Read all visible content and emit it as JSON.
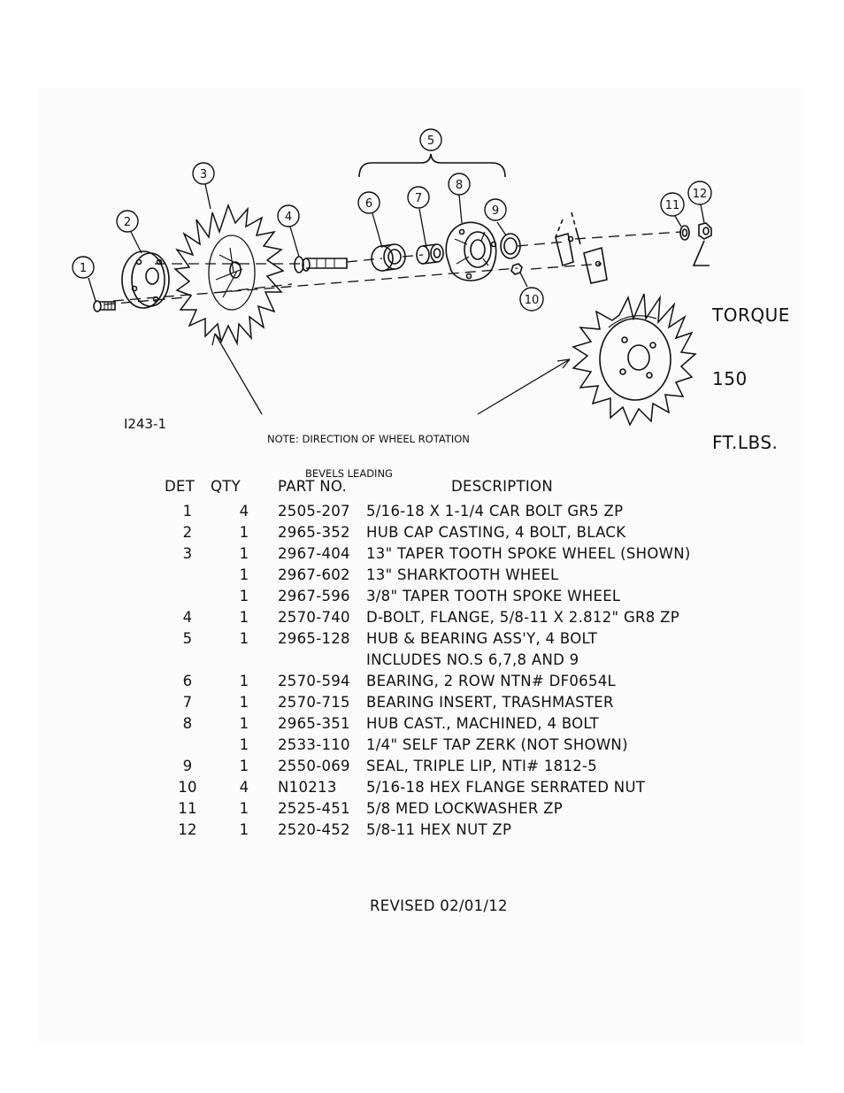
{
  "drawing_number": "I243-1",
  "note": {
    "line1": "NOTE: DIRECTION OF WHEEL ROTATION",
    "line2": "BEVELS LEADING"
  },
  "torque": {
    "line1": "TORQUE",
    "line2": "150",
    "line3": "FT.LBS."
  },
  "callouts": [
    "1",
    "2",
    "3",
    "4",
    "5",
    "6",
    "7",
    "8",
    "9",
    "10",
    "11",
    "12"
  ],
  "table": {
    "headers": {
      "det": "DET",
      "qty": "QTY",
      "part": "PART NO.",
      "desc": "DESCRIPTION"
    },
    "rows": [
      {
        "det": "1",
        "qty": "4",
        "part": "2505-207",
        "desc": "5/16-18 X 1-1/4 CAR BOLT GR5 ZP"
      },
      {
        "det": "2",
        "qty": "1",
        "part": "2965-352",
        "desc": "HUB CAP CASTING, 4 BOLT, BLACK"
      },
      {
        "det": "3",
        "qty": "1",
        "part": "2967-404",
        "desc": "13\" TAPER TOOTH SPOKE WHEEL (SHOWN)"
      },
      {
        "det": "",
        "qty": "1",
        "part": "2967-602",
        "desc": "13\" SHARKTOOTH WHEEL"
      },
      {
        "det": "",
        "qty": "1",
        "part": "2967-596",
        "desc": "3/8\" TAPER TOOTH SPOKE WHEEL"
      },
      {
        "det": "4",
        "qty": "1",
        "part": "2570-740",
        "desc": "D-BOLT, FLANGE, 5/8-11 X 2.812\" GR8 ZP"
      },
      {
        "det": "5",
        "qty": "1",
        "part": "2965-128",
        "desc": "HUB & BEARING ASS'Y, 4 BOLT"
      },
      {
        "det": "",
        "qty": "",
        "part": "",
        "desc": "INCLUDES NO.S 6,7,8 AND 9"
      },
      {
        "det": "6",
        "qty": "1",
        "part": "2570-594",
        "desc": "BEARING, 2 ROW NTN# DF0654L"
      },
      {
        "det": "7",
        "qty": "1",
        "part": "2570-715",
        "desc": "BEARING INSERT, TRASHMASTER"
      },
      {
        "det": "8",
        "qty": "1",
        "part": "2965-351",
        "desc": "HUB CAST., MACHINED, 4 BOLT"
      },
      {
        "det": "",
        "qty": "1",
        "part": "2533-110",
        "desc": "1/4\" SELF TAP ZERK (NOT SHOWN)"
      },
      {
        "det": "9",
        "qty": "1",
        "part": "2550-069",
        "desc": "SEAL, TRIPLE LIP, NTI# 1812-5"
      },
      {
        "det": "10",
        "qty": "4",
        "part": "N10213",
        "desc": "5/16-18 HEX FLANGE SERRATED NUT"
      },
      {
        "det": "11",
        "qty": "1",
        "part": "2525-451",
        "desc": "5/8 MED LOCKWASHER ZP"
      },
      {
        "det": "12",
        "qty": "1",
        "part": "2520-452",
        "desc": "5/8-11 HEX NUT ZP"
      }
    ]
  },
  "revised": "REVISED 02/01/12",
  "colors": {
    "ink": "#111111",
    "paper": "#fbfbfb",
    "background": "#ffffff"
  }
}
